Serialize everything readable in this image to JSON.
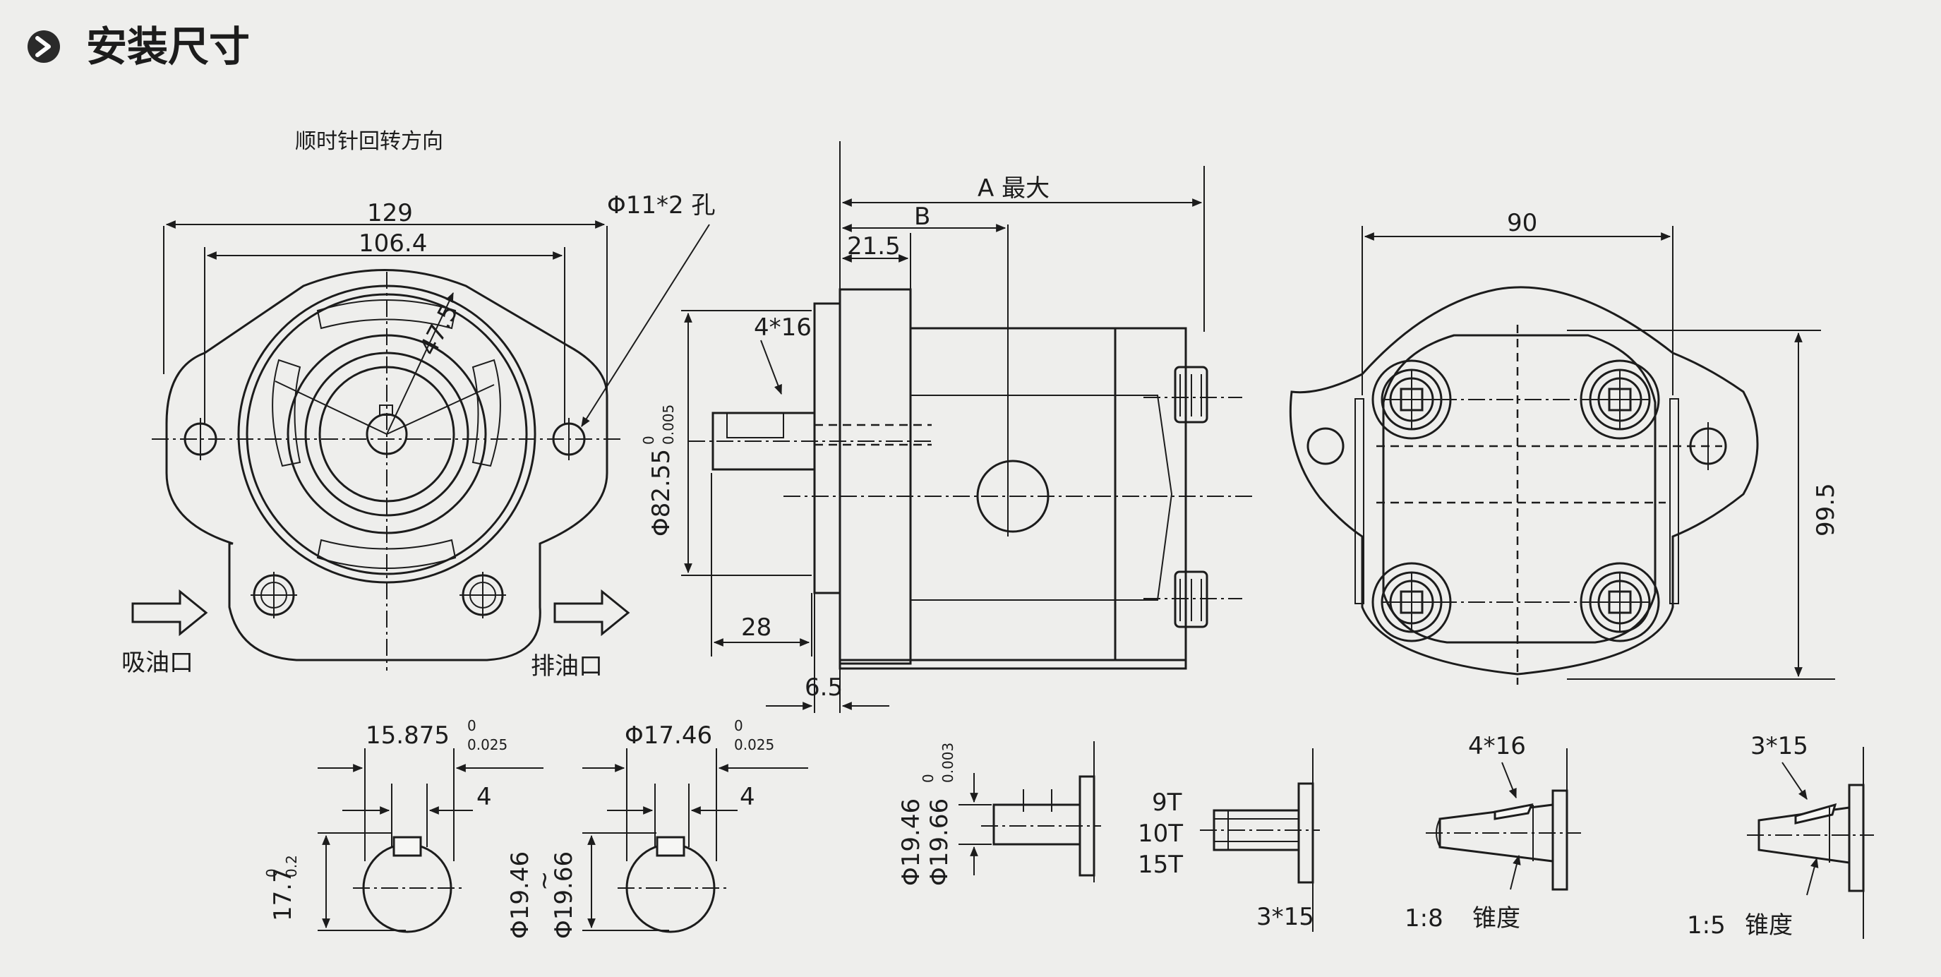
{
  "header": {
    "title": "安装尺寸"
  },
  "front_view": {
    "rotation_label": "顺时针回转方向",
    "dim_width_outer": "129",
    "dim_width_bolt": "106.4",
    "dim_radius": "47.5",
    "hole_label": "Φ11*2 孔",
    "inlet_label": "吸油口",
    "outlet_label": "排油口"
  },
  "side_view": {
    "dim_a": "A 最大",
    "dim_b": "B",
    "dim_21_5": "21.5",
    "key_label": "4*16",
    "pilot_dia": "Φ82.55",
    "pilot_tol_upper": "0",
    "pilot_tol_lower": "0.005",
    "dim_28": "28",
    "dim_6_5": "6.5"
  },
  "rear_view": {
    "dim_90": "90",
    "dim_99_5": "99.5"
  },
  "shaft_details": {
    "keyed_small": {
      "dim_top": "15.875",
      "tol_top_upper": "0",
      "tol_top_lower": "0.025",
      "dim_key": "4",
      "dim_height": "17.7",
      "tol_h_upper": "0",
      "tol_h_lower": "0.2"
    },
    "keyed_large": {
      "dim_top": "Φ17.46",
      "tol_top_upper": "0",
      "tol_top_lower": "0.025",
      "dim_key": "4",
      "dim_range_a": "Φ19.46",
      "dim_range_tilde": "~",
      "dim_range_b": "Φ19.66"
    },
    "straight": {
      "dia_a": "Φ19.46",
      "dia_b": "Φ19.66",
      "tol_upper": "0",
      "tol_lower": "0.003"
    },
    "spline": {
      "teeth_1": "9T",
      "teeth_2": "10T",
      "teeth_3": "15T",
      "label": "3*15"
    },
    "taper_1_8": {
      "key": "4*16",
      "ratio": "1:8",
      "label": "锥度"
    },
    "taper_1_5": {
      "key": "3*15",
      "ratio": "1:5",
      "label": "锥度"
    }
  }
}
